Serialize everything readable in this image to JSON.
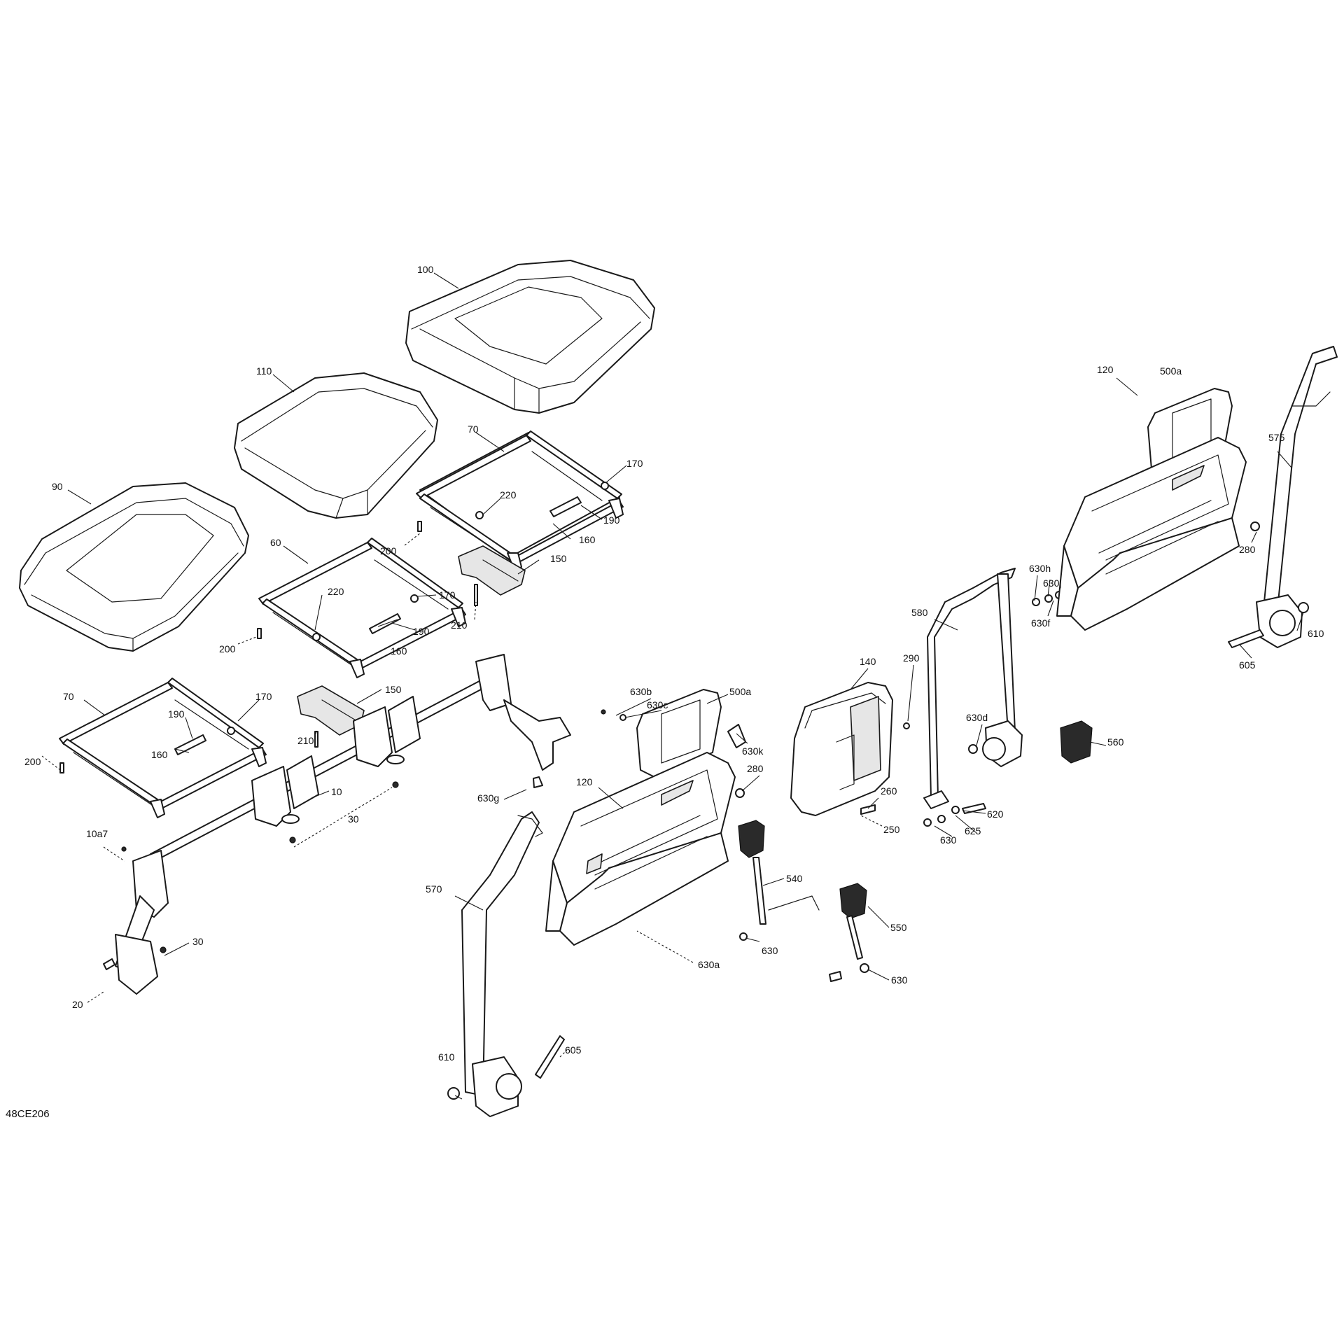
{
  "diagram_code": "48CE206",
  "callouts": [
    {
      "id": "c-100",
      "text": "100"
    },
    {
      "id": "c-110",
      "text": "110"
    },
    {
      "id": "c-90",
      "text": "90"
    },
    {
      "id": "c-70a",
      "text": "70"
    },
    {
      "id": "c-170a",
      "text": "170"
    },
    {
      "id": "c-220a",
      "text": "220"
    },
    {
      "id": "c-190a",
      "text": "190"
    },
    {
      "id": "c-160a",
      "text": "160"
    },
    {
      "id": "c-200a",
      "text": "200"
    },
    {
      "id": "c-150a",
      "text": "150"
    },
    {
      "id": "c-210a",
      "text": "210"
    },
    {
      "id": "c-60",
      "text": "60"
    },
    {
      "id": "c-220b",
      "text": "220"
    },
    {
      "id": "c-170b",
      "text": "170"
    },
    {
      "id": "c-190b",
      "text": "190"
    },
    {
      "id": "c-160b",
      "text": "160"
    },
    {
      "id": "c-200b",
      "text": "200"
    },
    {
      "id": "c-150b",
      "text": "150"
    },
    {
      "id": "c-210b",
      "text": "210"
    },
    {
      "id": "c-70b",
      "text": "70"
    },
    {
      "id": "c-170c",
      "text": "170"
    },
    {
      "id": "c-190c",
      "text": "190"
    },
    {
      "id": "c-160c",
      "text": "160"
    },
    {
      "id": "c-200c",
      "text": "200"
    },
    {
      "id": "c-10",
      "text": "10"
    },
    {
      "id": "c-30a",
      "text": "30"
    },
    {
      "id": "c-10a7",
      "text": "10a7"
    },
    {
      "id": "c-30b",
      "text": "30"
    },
    {
      "id": "c-20",
      "text": "20"
    },
    {
      "id": "c-630b",
      "text": "630b"
    },
    {
      "id": "c-630c",
      "text": "630c"
    },
    {
      "id": "c-500a-mid",
      "text": "500a"
    },
    {
      "id": "c-630k",
      "text": "630k"
    },
    {
      "id": "c-280a",
      "text": "280"
    },
    {
      "id": "c-120a",
      "text": "120"
    },
    {
      "id": "c-630g",
      "text": "630g"
    },
    {
      "id": "c-570",
      "text": "570"
    },
    {
      "id": "c-630a",
      "text": "630a"
    },
    {
      "id": "c-540",
      "text": "540"
    },
    {
      "id": "c-630e",
      "text": "630"
    },
    {
      "id": "c-550",
      "text": "550"
    },
    {
      "id": "c-630f2",
      "text": "630"
    },
    {
      "id": "c-605a",
      "text": "605"
    },
    {
      "id": "c-610a",
      "text": "610"
    },
    {
      "id": "c-140",
      "text": "140"
    },
    {
      "id": "c-290",
      "text": "290"
    },
    {
      "id": "c-260",
      "text": "260"
    },
    {
      "id": "c-250",
      "text": "250"
    },
    {
      "id": "c-580",
      "text": "580"
    },
    {
      "id": "c-630d",
      "text": "630d"
    },
    {
      "id": "c-630h",
      "text": "630h"
    },
    {
      "id": "c-630j",
      "text": "630j"
    },
    {
      "id": "c-630f",
      "text": "630f"
    },
    {
      "id": "c-620",
      "text": "620"
    },
    {
      "id": "c-625",
      "text": "625"
    },
    {
      "id": "c-630x",
      "text": "630"
    },
    {
      "id": "c-500a-right",
      "text": "500a"
    },
    {
      "id": "c-120b",
      "text": "120"
    },
    {
      "id": "c-575",
      "text": "575"
    },
    {
      "id": "c-280b",
      "text": "280"
    },
    {
      "id": "c-610b",
      "text": "610"
    },
    {
      "id": "c-605b",
      "text": "605"
    },
    {
      "id": "c-560",
      "text": "560"
    }
  ]
}
